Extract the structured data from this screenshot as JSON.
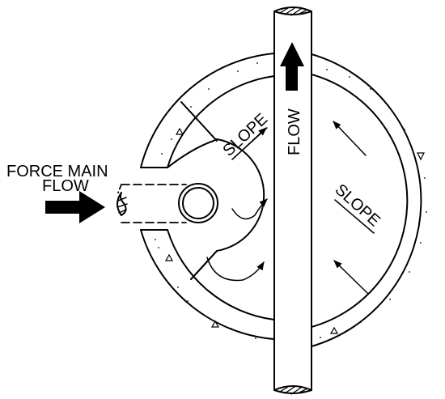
{
  "labels": {
    "force_main": "FORCE MAIN",
    "flow_in": "FLOW",
    "flow_pipe": "FLOW",
    "slope_left": "SLOPE",
    "slope_right": "SLOPE"
  },
  "colors": {
    "ink": "#000000",
    "background": "#ffffff"
  },
  "icons": [
    "flow-arrow-icon",
    "break-line-icon",
    "flow-curve-arrow-icon",
    "triangle-marker-icon"
  ]
}
